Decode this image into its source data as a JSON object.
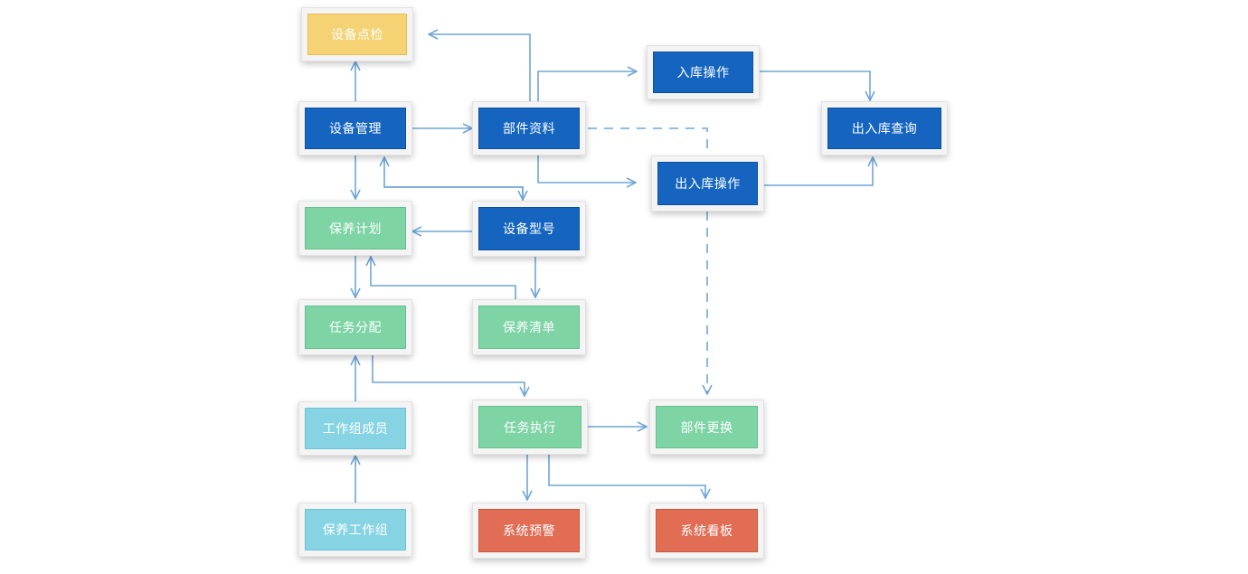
{
  "nodes": {
    "equipment_check": "设备点检",
    "equipment_mgmt": "设备管理",
    "parts_data": "部件资料",
    "stock_in": "入库操作",
    "stock_query": "出入库查询",
    "stock_inout": "出入库操作",
    "maint_plan": "保养计划",
    "equipment_model": "设备型号",
    "task_assign": "任务分配",
    "maint_list": "保养清单",
    "team_member": "工作组成员",
    "task_exec": "任务执行",
    "part_replace": "部件更换",
    "maint_team": "保养工作组",
    "sys_alert": "系统预警",
    "sys_board": "系统看板"
  },
  "colors": {
    "yellow": "#f5d273",
    "blue": "#1565c0",
    "green": "#7ed4a5",
    "cyan": "#86d4e3",
    "red": "#e16d55",
    "connector": "#6fa6d6"
  }
}
